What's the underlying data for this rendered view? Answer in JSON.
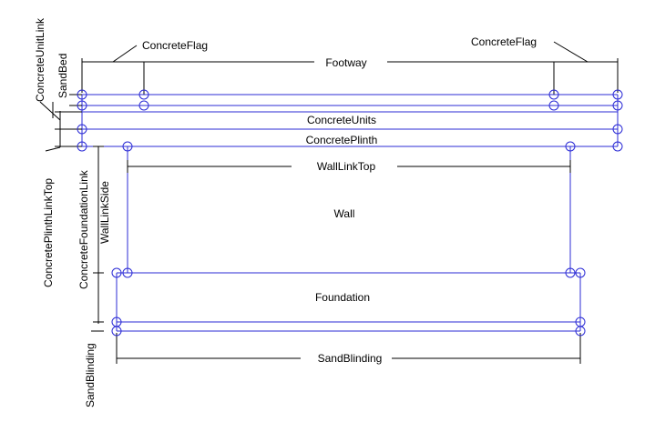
{
  "labels": {
    "footway": "Footway",
    "concrete_flag_left": "ConcreteFlag",
    "concrete_flag_right": "ConcreteFlag",
    "concrete_units": "ConcreteUnits",
    "concrete_plinth": "ConcretePlinth",
    "wall_link_top": "WallLinkTop",
    "wall": "Wall",
    "foundation": "Foundation",
    "sand_blinding_bottom": "SandBlinding",
    "concrete_unit_link": "ConcreteUnitLink",
    "sand_bed": "SandBed",
    "concrete_plinth_link_top": "ConcretePlinthLinkTop",
    "concrete_foundation_link": "ConcreteFoundationLink",
    "wall_link_side": "WallLinkSide",
    "sand_blinding_side": "SandBlinding"
  },
  "colors": {
    "geometry": "#2b2bd6",
    "dimension": "#000000",
    "background": "#ffffff"
  }
}
